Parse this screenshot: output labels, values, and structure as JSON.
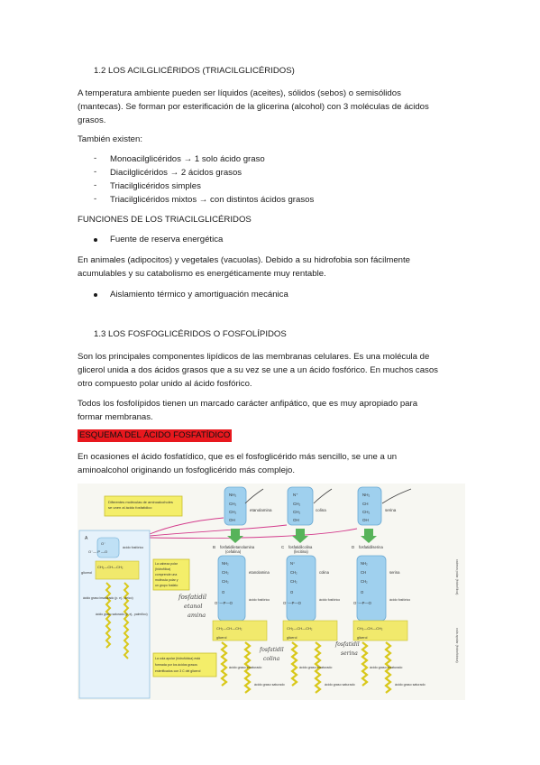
{
  "section_1_2": {
    "heading": "1.2 LOS ACILGLICÉRIDOS (TRIACILGLICÉRIDOS)",
    "p1_l1": "A temperatura ambiente pueden ser líquidos (aceites), sólidos (sebos) o semisólidos",
    "p1_l2": "(mantecas). Se forman por esterificación de la glicerina (alcohol) con 3 moléculas de ácidos",
    "p1_l3": "grasos.",
    "also": "También existen:",
    "list": [
      "Monoacilglicéridos → 1 solo ácido graso",
      "Diacilglicéridos → 2 ácidos grasos",
      "Triacilglicéridos simples",
      "Triacilglicéridos mixtos → con distintos ácidos grasos"
    ],
    "functions_heading": "FUNCIONES DE LOS TRIACILGLICÉRIDOS",
    "bullet1": "Fuente de reserva energética",
    "p2_l1": "En animales (adipocitos) y vegetales (vacuolas). Debido a su hidrofobia son fácilmente",
    "p2_l2": "acumulables y su catabolismo es energéticamente muy rentable.",
    "bullet2": "Aislamiento térmico y amortiguación mecánica"
  },
  "section_1_3": {
    "heading": "1.3 LOS FOSFOGLICÉRIDOS O FOSFOLÍPIDOS",
    "p1_l1": "Son los principales componentes lipídicos de las membranas celulares. Es una molécula de",
    "p1_l2": "glicerol unida a dos ácidos grasos que a su vez se une a un ácido fosfórico. En muchos casos",
    "p1_l3": "otro compuesto polar unido al ácido fosfórico.",
    "p2_l1": "Todos los fosfolípidos tienen un marcado carácter anfipático, que es muy apropiado para",
    "p2_l2": "formar membranas.",
    "highlight": "ESQUEMA DEL ÁCIDO FOSFATÍDICO",
    "p3_l1": "En ocasiones el ácido fosfatídico, que es el fosfoglicérido más sencillo, se une a un",
    "p3_l2": "aminoalcohol originando un fosfoglicérido más complejo."
  },
  "figure": {
    "note_top": [
      "Diferentes moléculas de aminoalcoholes",
      "se unen al ácido fosfatídico"
    ],
    "note_mid": [
      "La cabeza polar",
      "(hidrofílica)",
      "comprende una",
      "molécula polar y",
      "un grupo fosfato"
    ],
    "note_bot": [
      "La cola apolar (hidrofóbica) está",
      "formada por los ácidos grasos",
      "esterificados con 3 C del glicerol"
    ],
    "alcohols": [
      "etanolamina",
      "colina",
      "serina"
    ],
    "alcohol_heads": [
      "NH₂",
      "N⁺",
      "NH₂"
    ],
    "products": [
      {
        "letter": "B",
        "name": "fosfatidiletanolamina",
        "alt": "(cefalina)"
      },
      {
        "letter": "C",
        "name": "fosfatidilcolina",
        "alt": "(lecitina)"
      },
      {
        "letter": "D",
        "name": "fosfatidilserina",
        "alt": ""
      }
    ],
    "panel_a_letter": "A",
    "acid_label": "ácido fosfórico",
    "glycerol_label": "glicerol",
    "fa_labels": [
      "ácido graso insaturado (p. ej., oleico)",
      "ácido graso saturado (p. ej., palmítico)"
    ],
    "chain_labels": [
      "ácido graso insaturado",
      "ácido graso saturado"
    ],
    "handwriting": [
      "fosfatidil",
      "etanol",
      "amina",
      "fosfatidil",
      "colina",
      "fosfatidil",
      "serina"
    ],
    "side_labels": [
      "cabeza polar (hidrofílica)",
      "cola apolar (hidrofóbica)"
    ]
  }
}
